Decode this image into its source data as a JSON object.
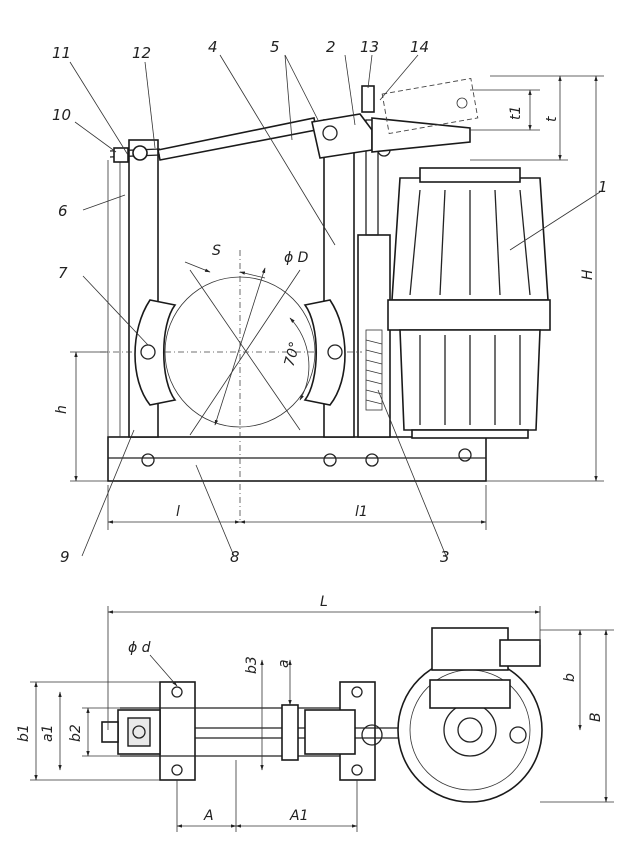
{
  "part_labels": {
    "p1": "1",
    "p2": "2",
    "p3": "3",
    "p4": "4",
    "p5": "5",
    "p6": "6",
    "p7": "7",
    "p8": "8",
    "p9": "9",
    "p10": "10",
    "p11": "11",
    "p12": "12",
    "p13": "13",
    "p14": "14"
  },
  "dimensions": {
    "S": "S",
    "D": "ϕ D",
    "angle": "70°",
    "h": "h",
    "l": "l",
    "l1": "l1",
    "H": "H",
    "t": "t",
    "t1": "t1",
    "L": "L",
    "d": "ϕ d",
    "a": "a",
    "b3": "b3",
    "b1": "b1",
    "a1": "a1",
    "b2": "b2",
    "b": "b",
    "B": "B",
    "A": "A",
    "A1": "A1"
  }
}
